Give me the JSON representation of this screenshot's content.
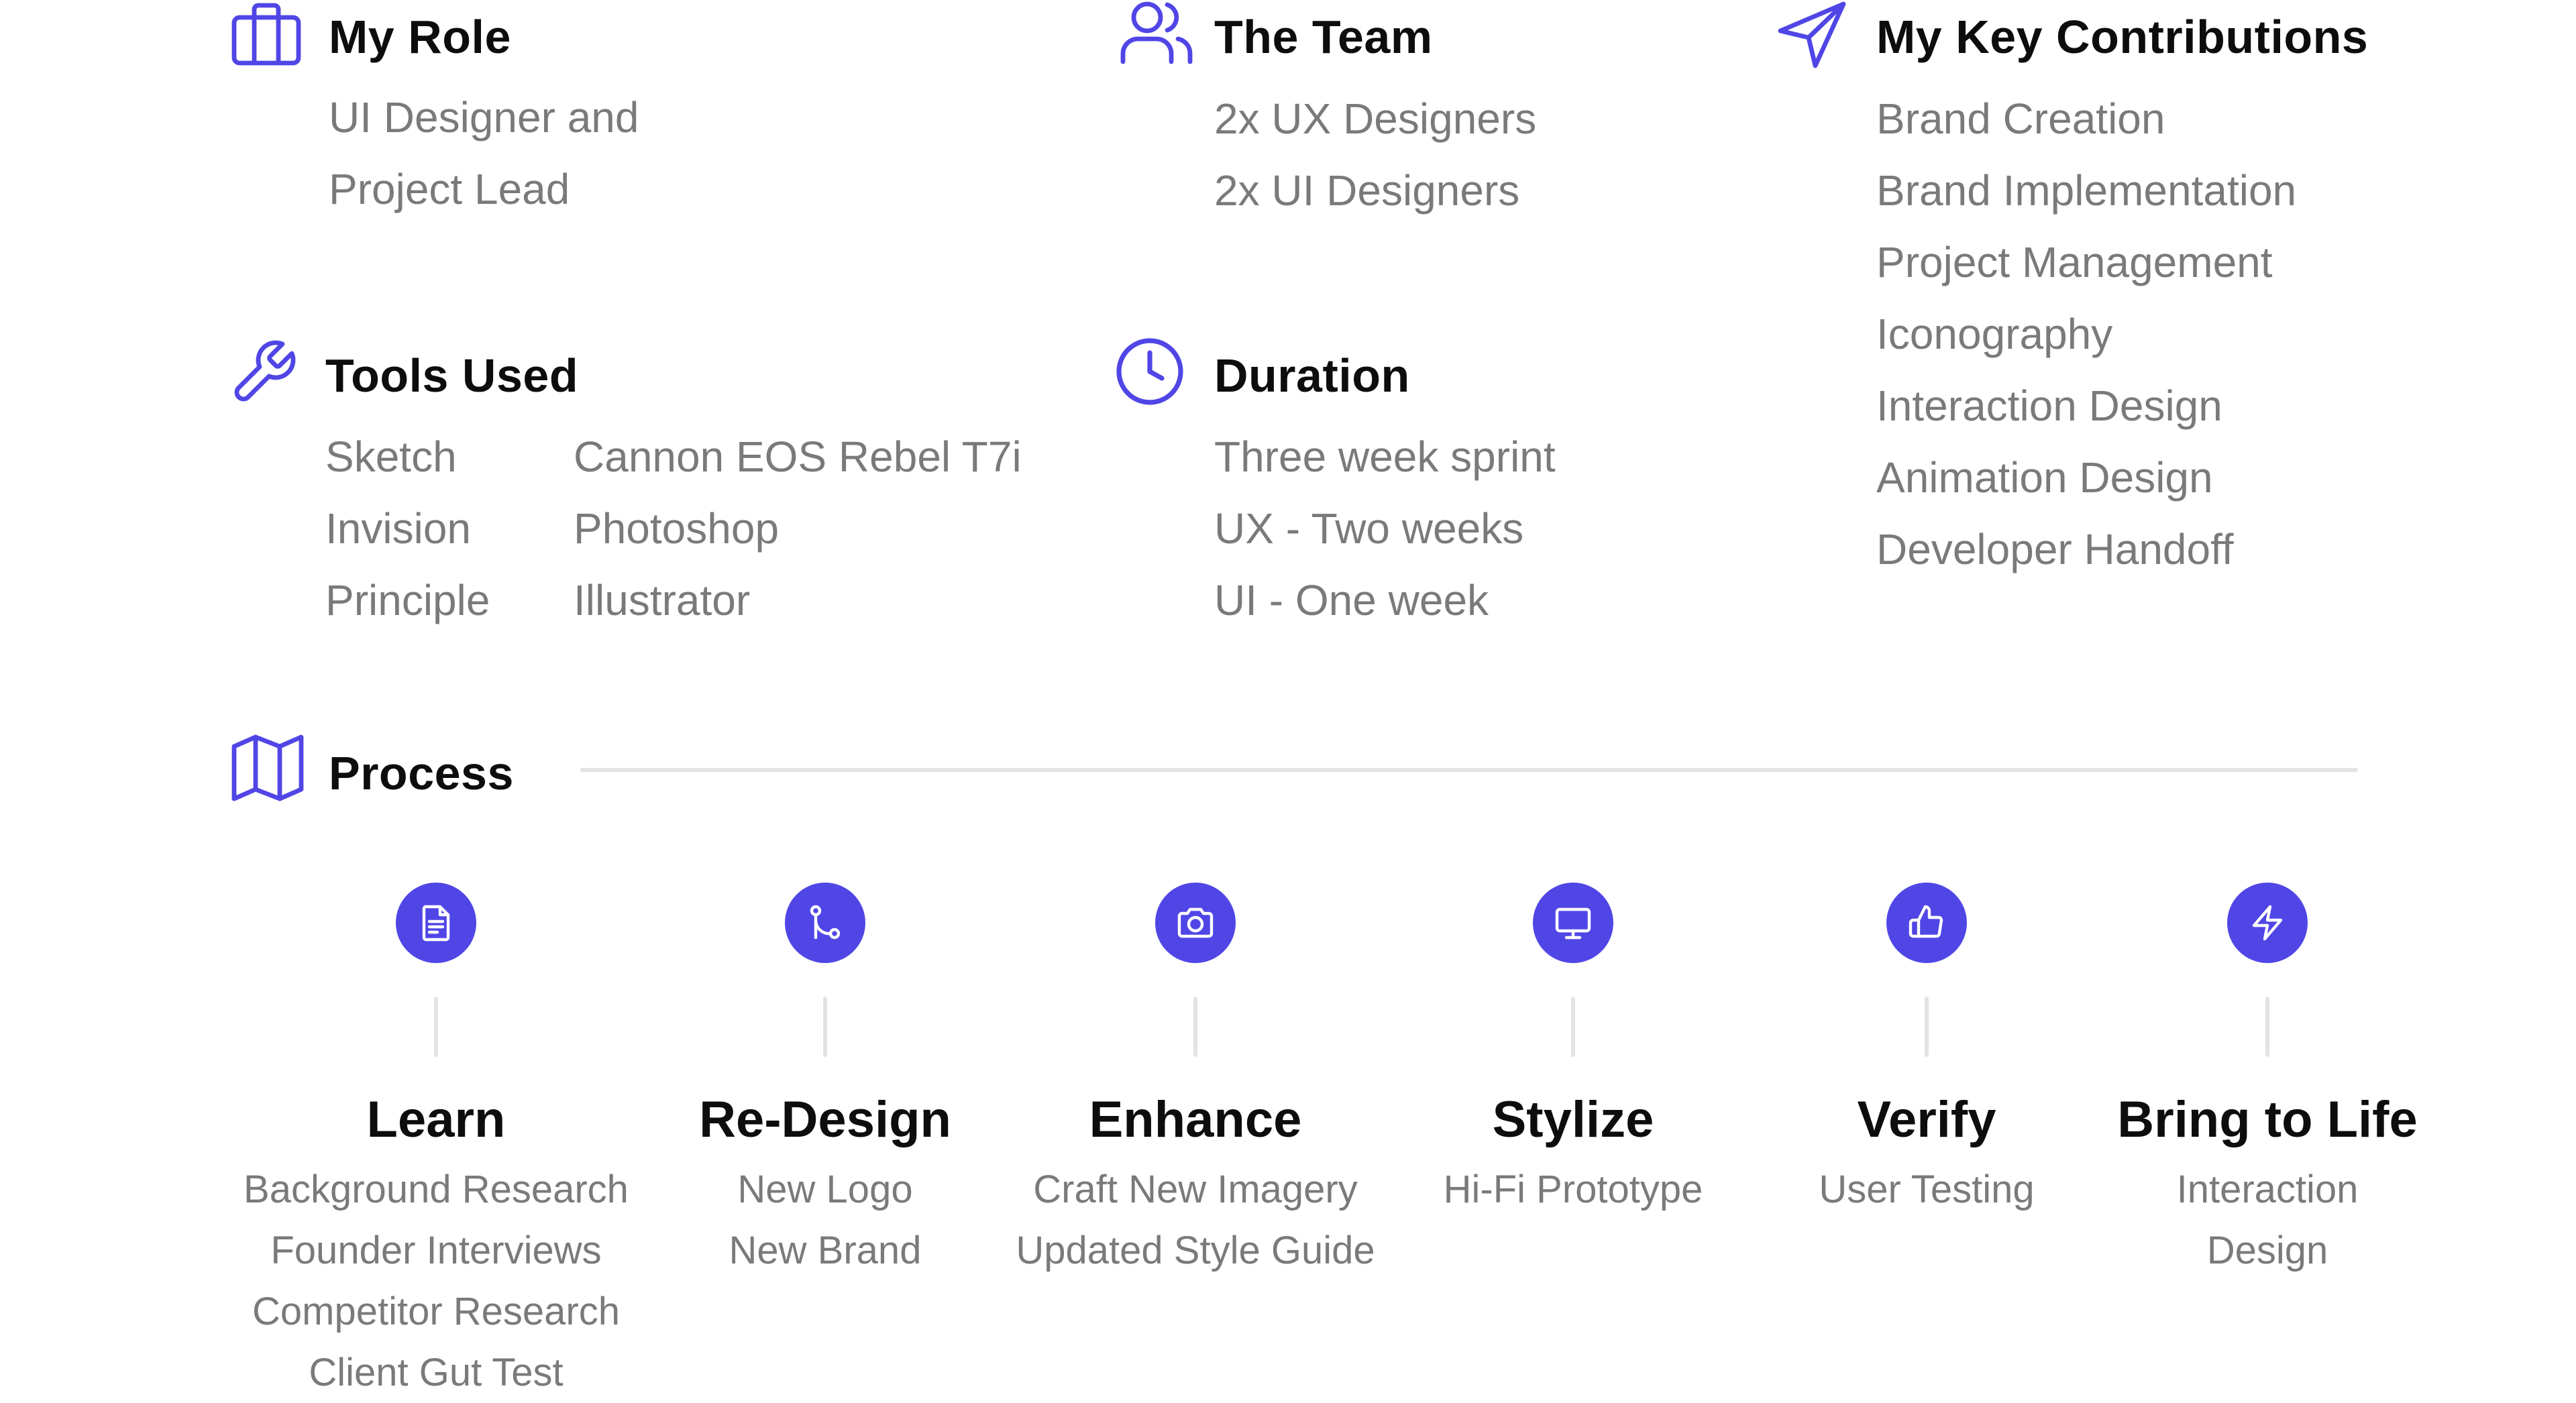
{
  "accent_color": "#5046e6",
  "role": {
    "icon": "briefcase-icon",
    "title": "My Role",
    "items": [
      "UI Designer and",
      "Project Lead"
    ]
  },
  "team": {
    "icon": "users-icon",
    "title": "The Team",
    "items": [
      "2x UX Designers",
      "2x UI Designers"
    ]
  },
  "contributions": {
    "icon": "send-icon",
    "title": "My Key Contributions",
    "items": [
      "Brand Creation",
      "Brand Implementation",
      "Project Management",
      "Iconography",
      "Interaction Design",
      "Animation Design",
      "Developer Handoff"
    ]
  },
  "tools": {
    "icon": "wrench-icon",
    "title": "Tools Used",
    "col1": [
      "Sketch",
      "Invision",
      "Principle"
    ],
    "col2": [
      "Cannon EOS Rebel T7i",
      "Photoshop",
      "Illustrator"
    ]
  },
  "duration": {
    "icon": "clock-icon",
    "title": "Duration",
    "items": [
      "Three week sprint",
      "UX - Two weeks",
      "UI - One week"
    ]
  },
  "process": {
    "icon": "map-icon",
    "title": "Process",
    "steps": [
      {
        "icon": "document-icon",
        "title": "Learn",
        "items": [
          "Background Research",
          "Founder Interviews",
          "Competitor Research",
          "Client Gut Test"
        ]
      },
      {
        "icon": "git-pull-icon",
        "title": "Re-Design",
        "items": [
          "New Logo",
          "New Brand"
        ]
      },
      {
        "icon": "camera-icon",
        "title": "Enhance",
        "items": [
          "Craft New Imagery",
          "Updated Style Guide"
        ]
      },
      {
        "icon": "monitor-icon",
        "title": "Stylize",
        "items": [
          "Hi-Fi Prototype"
        ]
      },
      {
        "icon": "thumbs-up-icon",
        "title": "Verify",
        "items": [
          "User Testing"
        ]
      },
      {
        "icon": "lightning-icon",
        "title": "Bring to Life",
        "items": [
          "Interaction",
          "Design"
        ]
      }
    ]
  }
}
